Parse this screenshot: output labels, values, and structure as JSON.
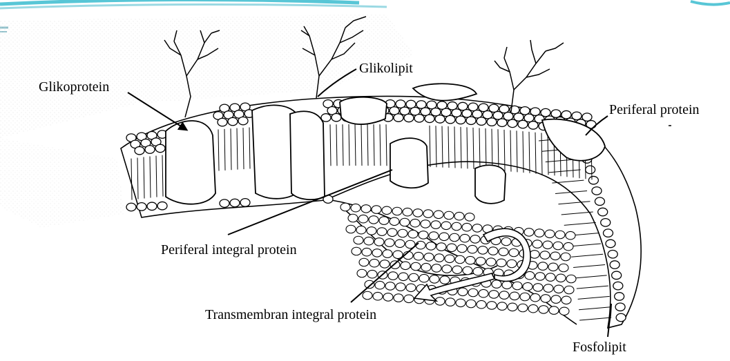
{
  "labels": {
    "glikoprotein": "Glikoprotein",
    "glikolipit": "Glikolipit",
    "periferal_protein": "Periferal protein",
    "periferal_integral_protein": "Periferal integral protein",
    "transmembran_integral_protein": "Transmembran integral protein",
    "fosfolipit": "Fosfolipit"
  },
  "colors": {
    "background": "#ffffff",
    "ink": "#000000",
    "accent_stripe": "#58c6d6",
    "accent_dark": "#1a7d93"
  }
}
